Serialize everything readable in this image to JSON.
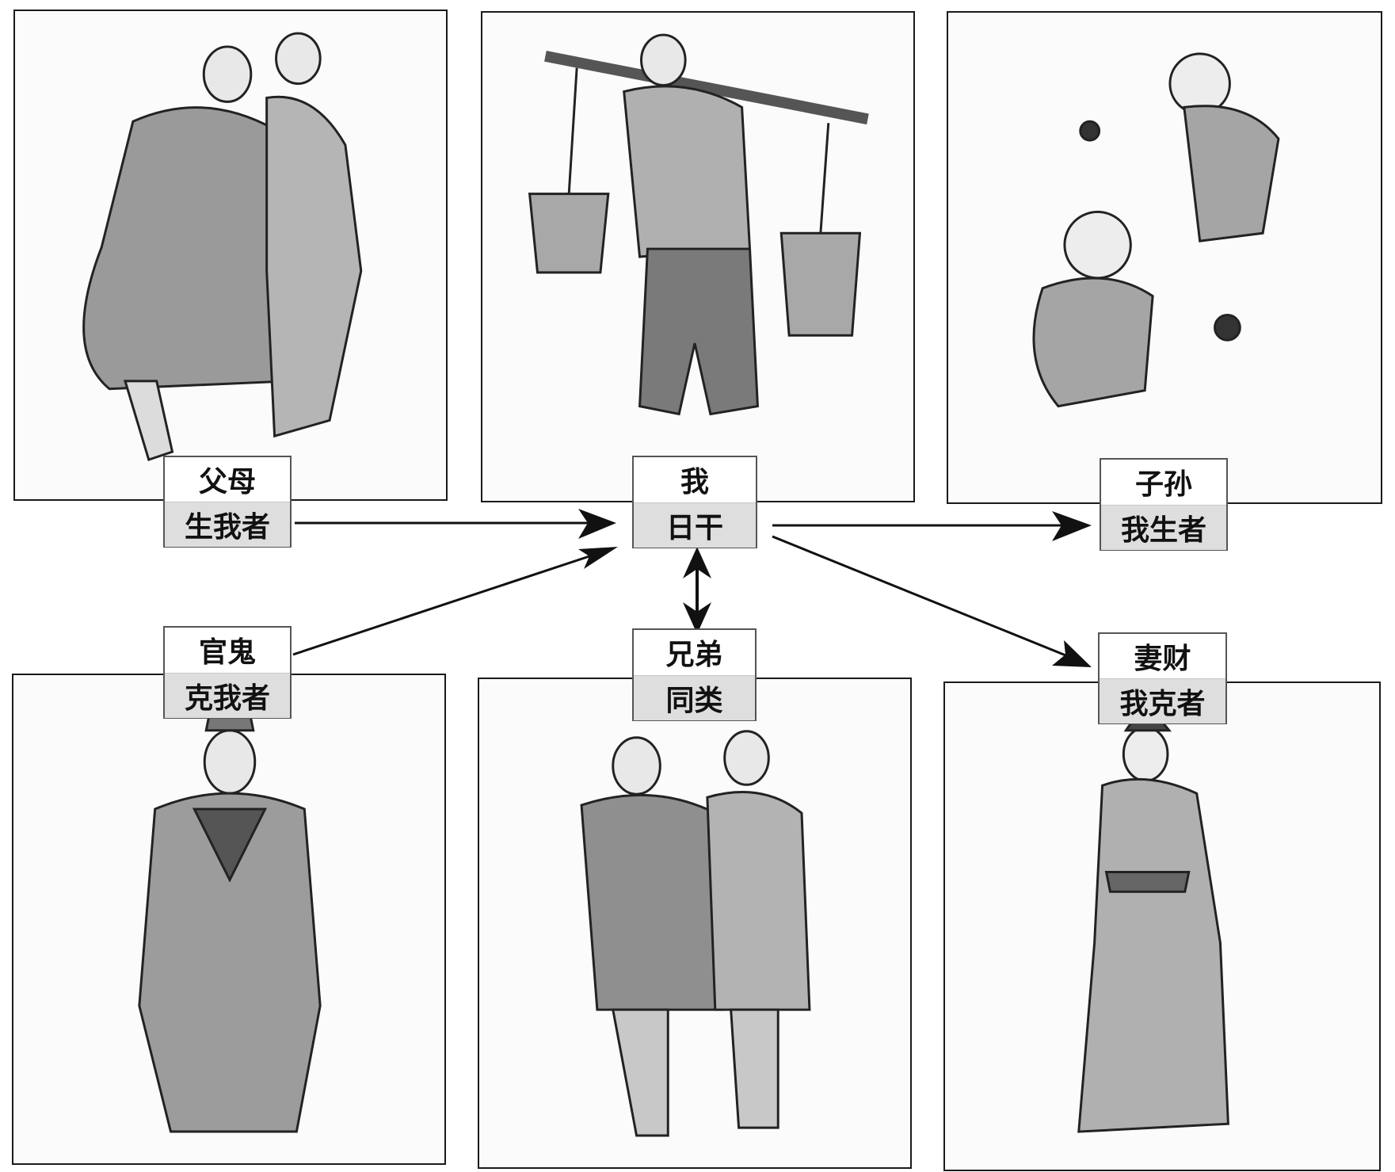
{
  "nodes": {
    "parents": {
      "line1": "父母",
      "line2": "生我者",
      "figure": "elderly-couple-figure"
    },
    "self": {
      "line1": "我",
      "line2": "日干",
      "figure": "water-carrier-figure"
    },
    "offspring": {
      "line1": "子孙",
      "line2": "我生者",
      "figure": "playing-children-figure"
    },
    "official": {
      "line1": "官鬼",
      "line2": "克我者",
      "figure": "official-figure"
    },
    "siblings": {
      "line1": "兄弟",
      "line2": "同类",
      "figure": "brothers-figure"
    },
    "wealth": {
      "line1": "妻财",
      "line2": "我克者",
      "figure": "lady-figure"
    }
  },
  "relations": [
    {
      "from": "parents",
      "to": "self",
      "kind": "one-way"
    },
    {
      "from": "official",
      "to": "self",
      "kind": "one-way"
    },
    {
      "from": "self",
      "to": "offspring",
      "kind": "one-way"
    },
    {
      "from": "self",
      "to": "wealth",
      "kind": "one-way"
    },
    {
      "from": "self",
      "to": "siblings",
      "kind": "two-way"
    }
  ],
  "colors": {
    "frame": "#1a1a1a",
    "label_fill": "#dedede",
    "ink": "#111111"
  }
}
